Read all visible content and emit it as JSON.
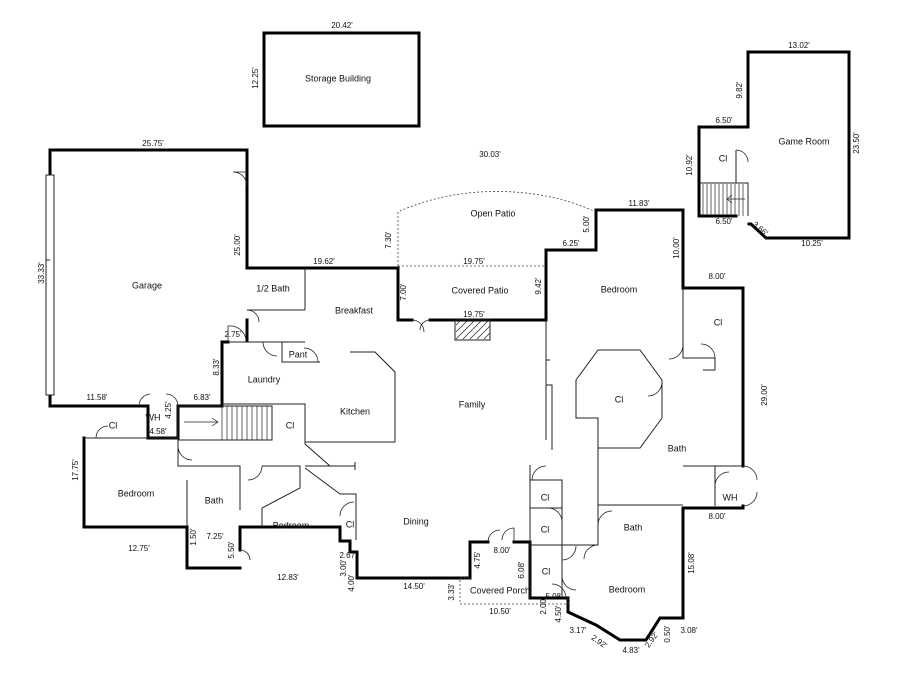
{
  "rooms": {
    "storage": "Storage Building",
    "game_room": "Game Room",
    "game_cl": "Cl",
    "garage": "Garage",
    "half_bath": "1/2 Bath",
    "breakfast": "Breakfast",
    "open_patio": "Open Patio",
    "covered_patio": "Covered Patio",
    "master_bedroom": "Bedroom",
    "pant": "Pant",
    "laundry": "Laundry",
    "kitchen": "Kitchen",
    "family": "Family",
    "wh_left": "WH",
    "cl_left": "Cl",
    "cl_stair": "Cl",
    "bedroom_left": "Bedroom",
    "bath_left": "Bath",
    "bedroom_mid": "Bedroom",
    "cl_mid": "Cl",
    "dining": "Dining",
    "covered_porch": "Covered Porch",
    "cl_a": "Cl",
    "cl_b": "Cl",
    "cl_c": "Cl",
    "bath_small": "Bath",
    "bedroom_br": "Bedroom",
    "master_cl_oct": "Cl",
    "master_cl_right": "Cl",
    "master_bath": "Bath",
    "wh_right": "WH"
  },
  "dimensions": {
    "storage_top": "20.42'",
    "storage_left": "12.25'",
    "game_top": "13.02'",
    "game_right": "23.50'",
    "game_left_upper": "9.82'",
    "game_step_top": "6.50'",
    "game_left_lower": "10.92'",
    "game_step_bottom": "6.50'",
    "game_angle": "3.66'",
    "game_bottom": "10.25'",
    "garage_top": "25.75'",
    "garage_left": "33.33'",
    "garage_right": "25.00'",
    "garage_bottom": "11.58'",
    "arc": "30.03'",
    "patio_left": "7.30'",
    "patio_right": "5.00'",
    "top_right_wall": "11.83'",
    "breakfast_top": "19.62'",
    "patio_line": "19.75'",
    "cov_patio_left": "7.00'",
    "cov_patio_right": "9.42'",
    "cov_patio_bottom": "19.75'",
    "patio_step": "6.25'",
    "right_vertical": "10.00'",
    "right_step_top": "8.00'",
    "bath_step": "2.75'",
    "laundry_left": "8.33'",
    "stair_top": "6.83'",
    "wh_side": "4.25'",
    "wh_bottom": "4.58'",
    "master_right": "29.00'",
    "bedroom_left_side": "17.75'",
    "bedroom_left_bottom": "12.75'",
    "small_step": "1.50'",
    "bath_left_bottom": "7.25'",
    "mid_step": "5.50'",
    "bedroom_mid_bottom": "12.83'",
    "dining_step_small": "2.67'",
    "dining_step_a": "3.00'",
    "dining_step_b": "4.00'",
    "dining_bottom": "14.50'",
    "porch_left": "3.33'",
    "porch_top": "8.00'",
    "porch_side": "4.75'",
    "porch_bottom": "10.50'",
    "porch_right": "6.08'",
    "porch_right_b": "2.00'",
    "porch_step": "5.08'",
    "br_step": "4.50'",
    "br_right": "15.08'",
    "right_step_bottom": "8.00'",
    "br_a": "3.17'",
    "br_b": "2.92'",
    "br_c": "4.83'",
    "br_d": "2.92'",
    "br_e": "0.50'",
    "br_f": "3.08'"
  }
}
